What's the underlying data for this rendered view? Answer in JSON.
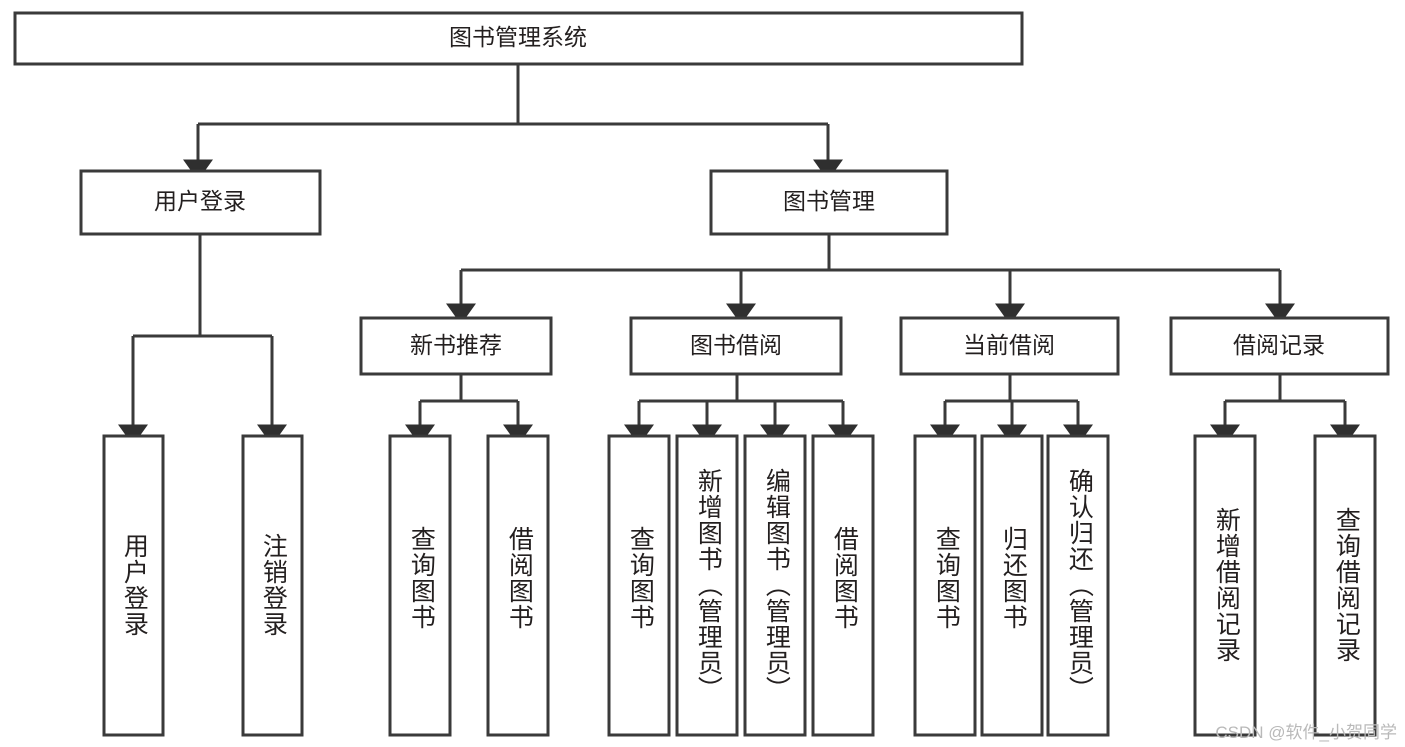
{
  "diagram": {
    "type": "tree",
    "title": "图书管理系统",
    "orientation": "top-down",
    "colors": {
      "box_fill": "#ffffff",
      "box_stroke": "#3a3a3a",
      "edge": "#3a3a3a",
      "text": "#231f1f",
      "watermark": "#b9b9b9"
    },
    "root": {
      "label": "图书管理系统"
    },
    "level2": [
      {
        "label": "用户登录"
      },
      {
        "label": "图书管理"
      }
    ],
    "level3": [
      {
        "label": "新书推荐"
      },
      {
        "label": "图书借阅"
      },
      {
        "label": "当前借阅"
      },
      {
        "label": "借阅记录"
      }
    ],
    "leaves": {
      "user_login": [
        {
          "label": "用户登录"
        },
        {
          "label": "注销登录"
        }
      ],
      "new_book_recommend": [
        {
          "label": "查询图书"
        },
        {
          "label": "借阅图书"
        }
      ],
      "book_borrow": [
        {
          "label": "查询图书"
        },
        {
          "label": "新增图书（管理员）"
        },
        {
          "label": "编辑图书（管理员）"
        },
        {
          "label": "借阅图书"
        }
      ],
      "current_borrow": [
        {
          "label": "查询图书"
        },
        {
          "label": "归还图书"
        },
        {
          "label": "确认归还（管理员）"
        }
      ],
      "borrow_record": [
        {
          "label": "新增借阅记录"
        },
        {
          "label": "查询借阅记录"
        }
      ]
    }
  },
  "watermark": {
    "text": "CSDN @软件_小贺同学"
  }
}
